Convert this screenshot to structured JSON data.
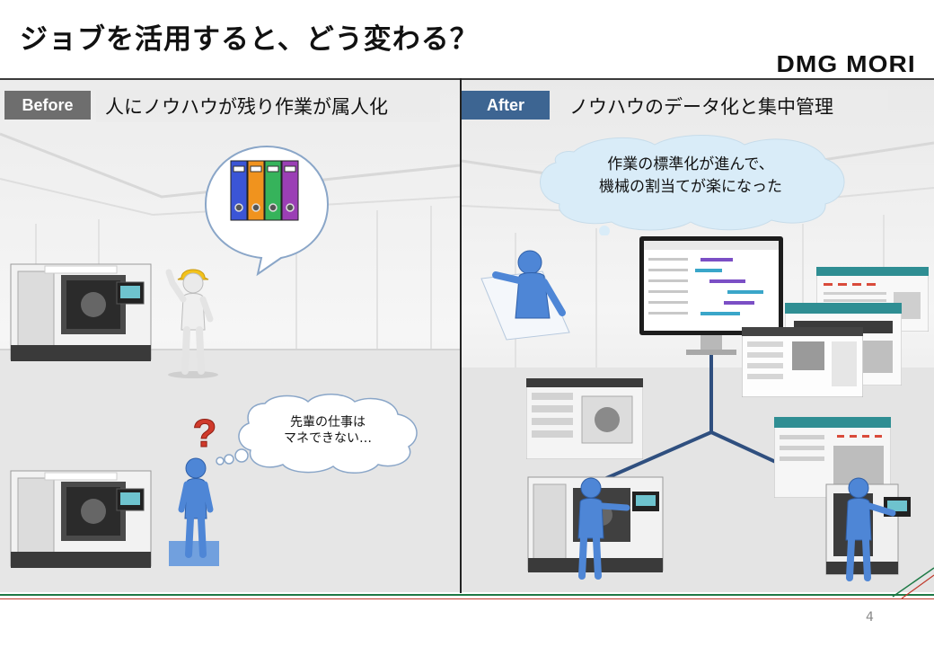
{
  "slide": {
    "title": "ジョブを活用すると、どう変わる？",
    "logo": "DMG MORI",
    "page_number": "4"
  },
  "before": {
    "tag": "Before",
    "heading": "人にノウハウが残り作業が属人化",
    "bubble_lines": [
      "先輩の仕事は",
      "マネできない…"
    ],
    "binder_colors": [
      "#3b55d6",
      "#f0931e",
      "#36b35b",
      "#9b3fb5"
    ]
  },
  "after": {
    "tag": "After",
    "heading": "ノウハウのデータ化と集中管理",
    "bubble_lines": [
      "作業の標準化が進んで、",
      "機械の割当てが楽になった"
    ]
  },
  "colors": {
    "before_tag": "#6e6e6e",
    "after_tag": "#3d6592",
    "figure_blue": "#4e86d6",
    "network_line": "#2f4f7f",
    "hard_hat": "#f2c21b",
    "question_mark": "#d03a2b"
  },
  "icons": [
    "monitor-icon",
    "question-mark-icon",
    "binder-icon",
    "hard-hat-icon"
  ]
}
